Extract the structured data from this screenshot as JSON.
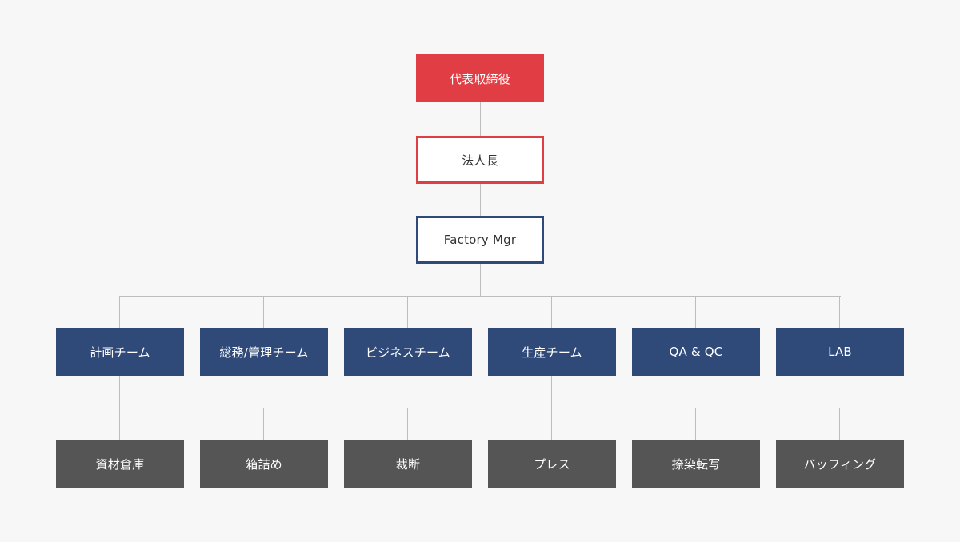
{
  "org": {
    "ceo": "代表取締役",
    "president": "法人長",
    "factory_mgr": "Factory Mgr",
    "teams": [
      "計画チーム",
      "総務/管理チーム",
      "ビジネスチーム",
      "生産チーム",
      "QA & QC",
      "LAB"
    ],
    "planning_sub": "資材倉庫",
    "production_subs": [
      "箱詰め",
      "裁断",
      "プレス",
      "捺染転写",
      "バッフィング"
    ]
  },
  "colors": {
    "ceo": "#e03e44",
    "outline_red": "#e03e44",
    "outline_blue": "#2f4a79",
    "team": "#2f4a79",
    "sub": "#555555",
    "connector": "#bdbdbd",
    "background": "#f7f7f7"
  }
}
